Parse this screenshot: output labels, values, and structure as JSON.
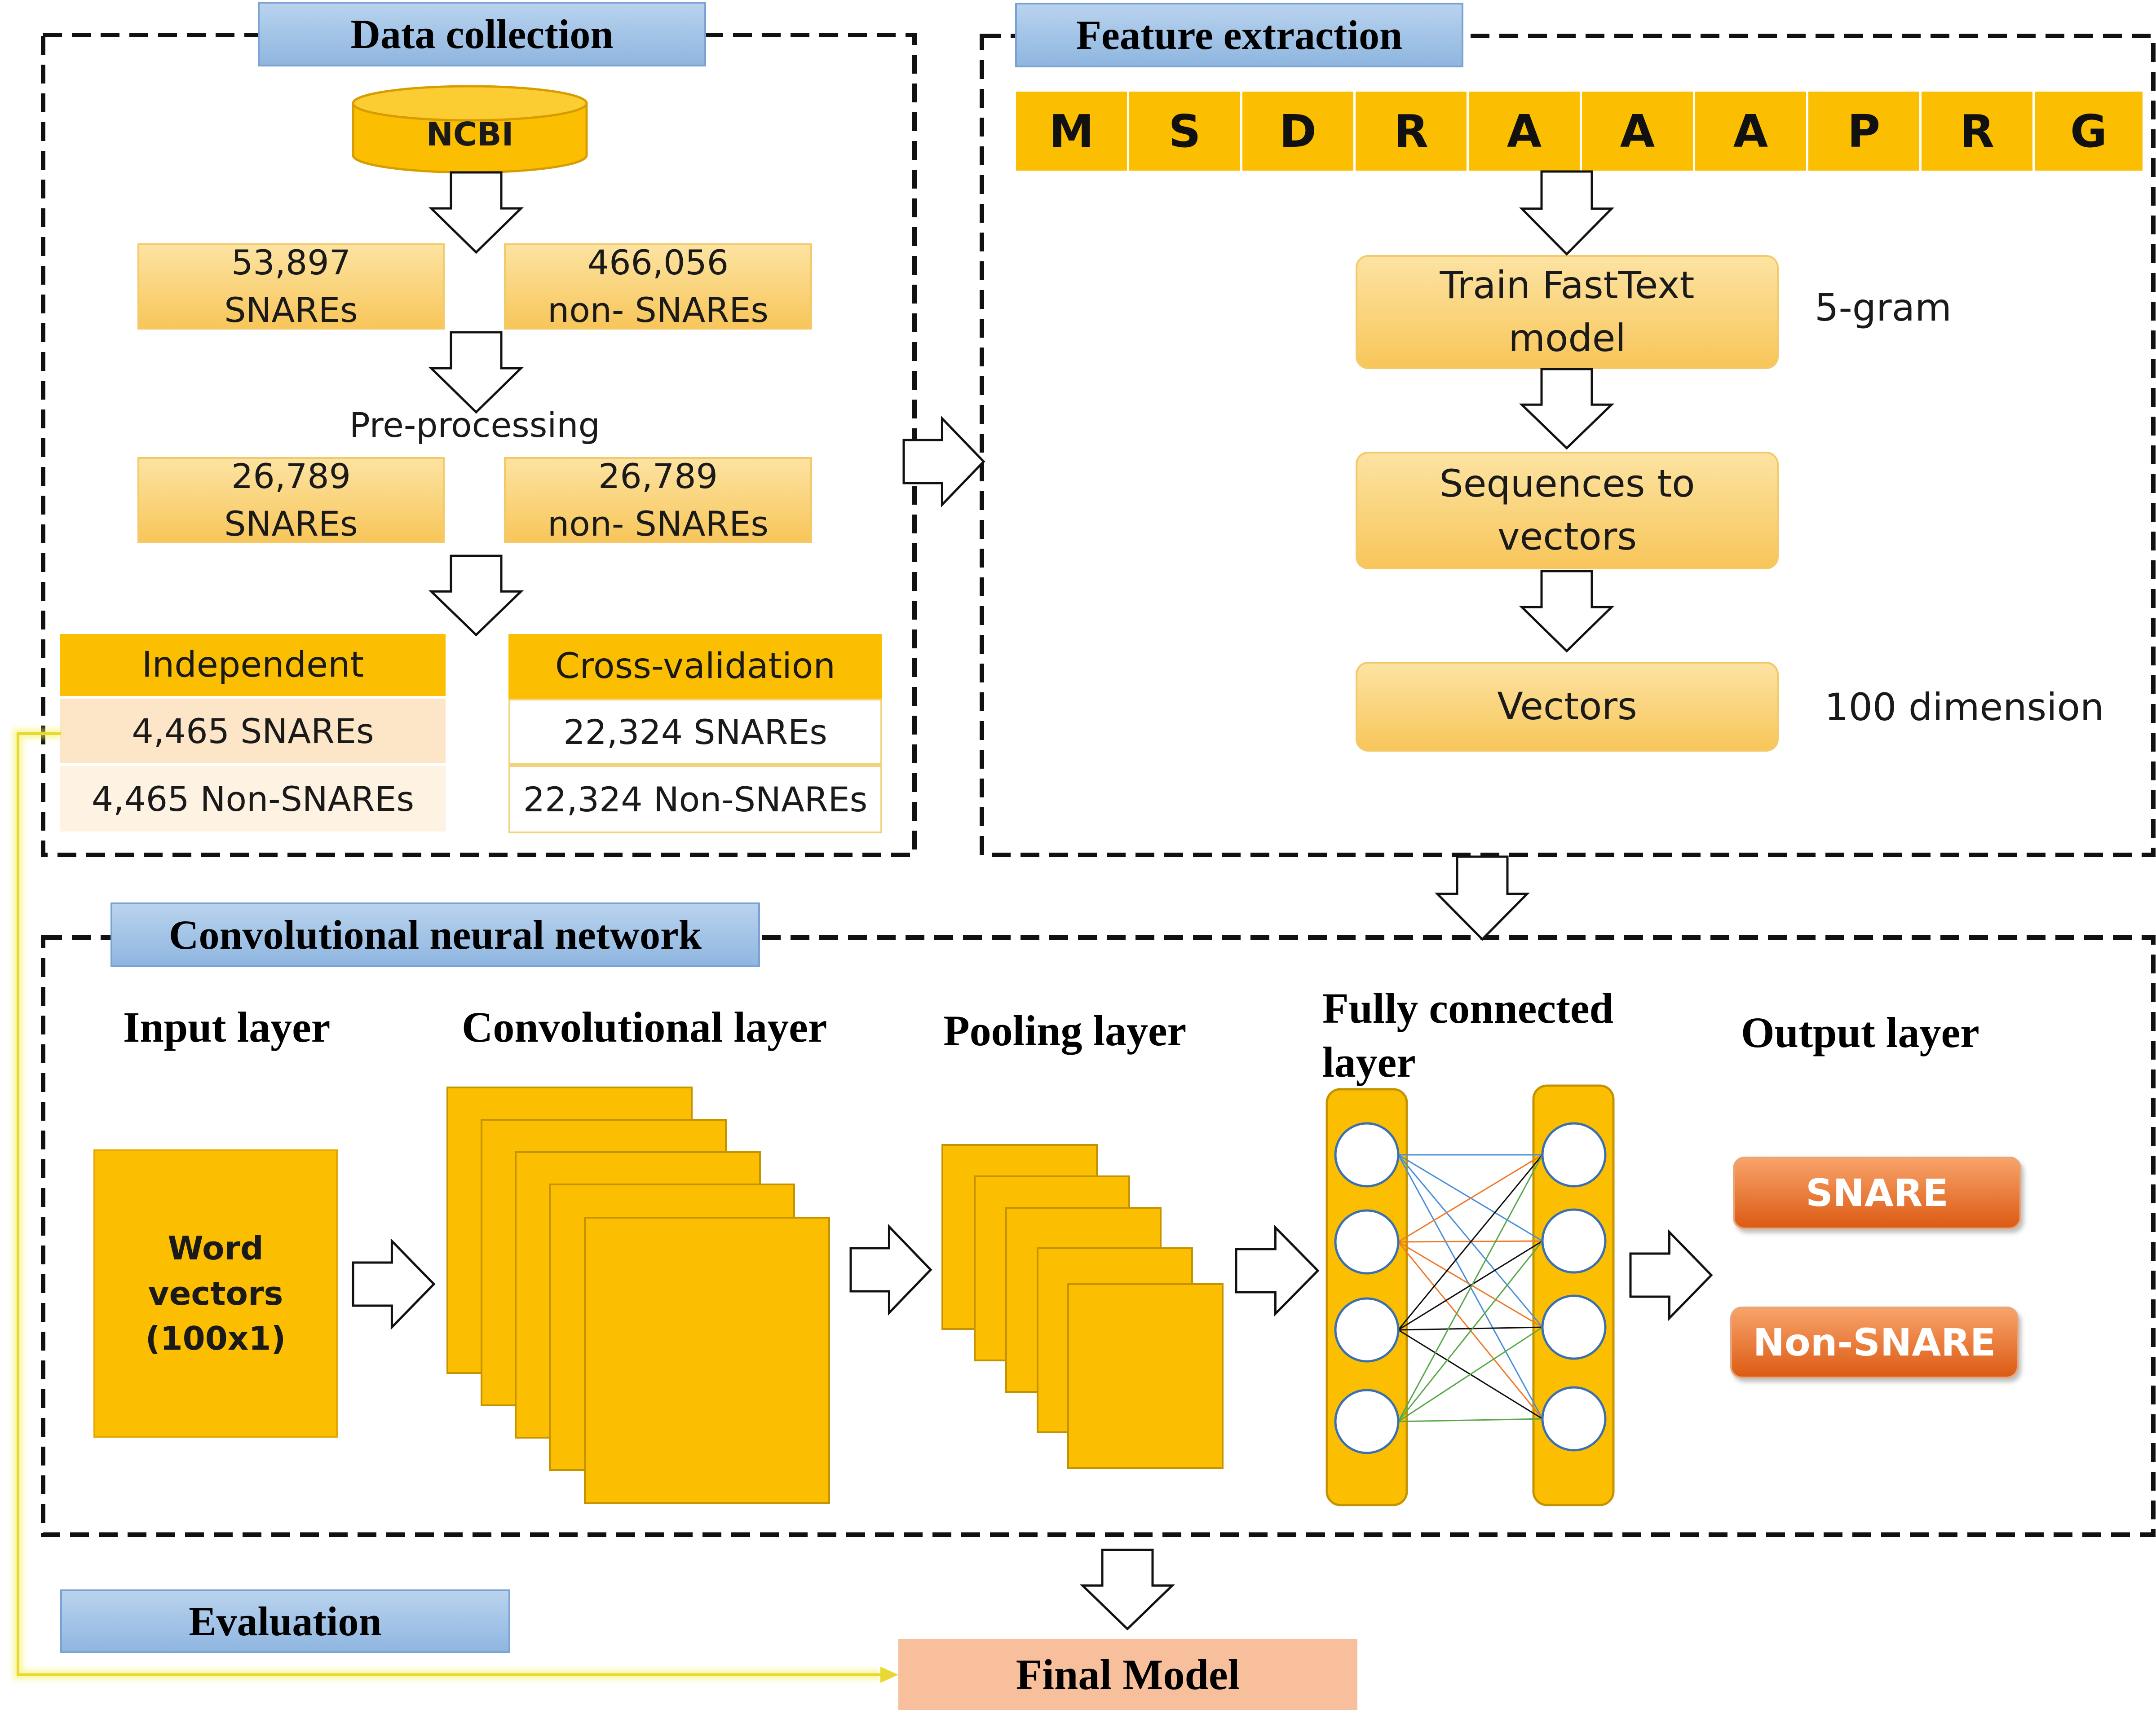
{
  "sections": {
    "data_collection": "Data collection",
    "feature_extraction": "Feature extraction",
    "cnn": "Convolutional neural network",
    "evaluation": "Evaluation",
    "final_model": "Final Model"
  },
  "data_collection": {
    "database": "NCBI",
    "raw_snares": "53,897\nSNAREs",
    "raw_non_snares": "466,056\nnon- SNAREs",
    "preprocessing": "Pre-processing",
    "proc_snares": "26,789\nSNAREs",
    "proc_non_snares": "26,789\nnon- SNAREs",
    "independent": {
      "header": "Independent",
      "row1": "4,465 SNAREs",
      "row2": "4,465 Non-SNAREs"
    },
    "cross_validation": {
      "header": "Cross-validation",
      "row1": "22,324 SNAREs",
      "row2": "22,324 Non-SNAREs"
    }
  },
  "feature_extraction": {
    "sequence": [
      "M",
      "S",
      "D",
      "R",
      "A",
      "A",
      "A",
      "P",
      "R",
      "G"
    ],
    "train_model": "Train FastText\nmodel",
    "gram_note": "5-gram",
    "seq_to_vec": "Sequences to\nvectors",
    "vectors": "Vectors",
    "dim_note": "100 dimension"
  },
  "cnn": {
    "input_layer": "Input layer",
    "word_vectors": "Word vectors\n(100x1)",
    "conv_layer": "Convolutional layer",
    "pooling_layer": "Pooling layer",
    "fc_layer": "Fully connected\n layer",
    "output_layer": "Output layer",
    "outputs": [
      "SNARE",
      "Non-SNARE"
    ]
  },
  "colors": {
    "gold": "#fbbe00",
    "peach": "#f8c65a",
    "label_blue": "#a6c6ea",
    "final_model": "#f7bf9b",
    "output_orange": "#e56a25",
    "eval_line": "#f2ee3a",
    "edge_colors": [
      "#4a90d9",
      "#f07a2a",
      "#111111",
      "#5aa84a"
    ]
  }
}
